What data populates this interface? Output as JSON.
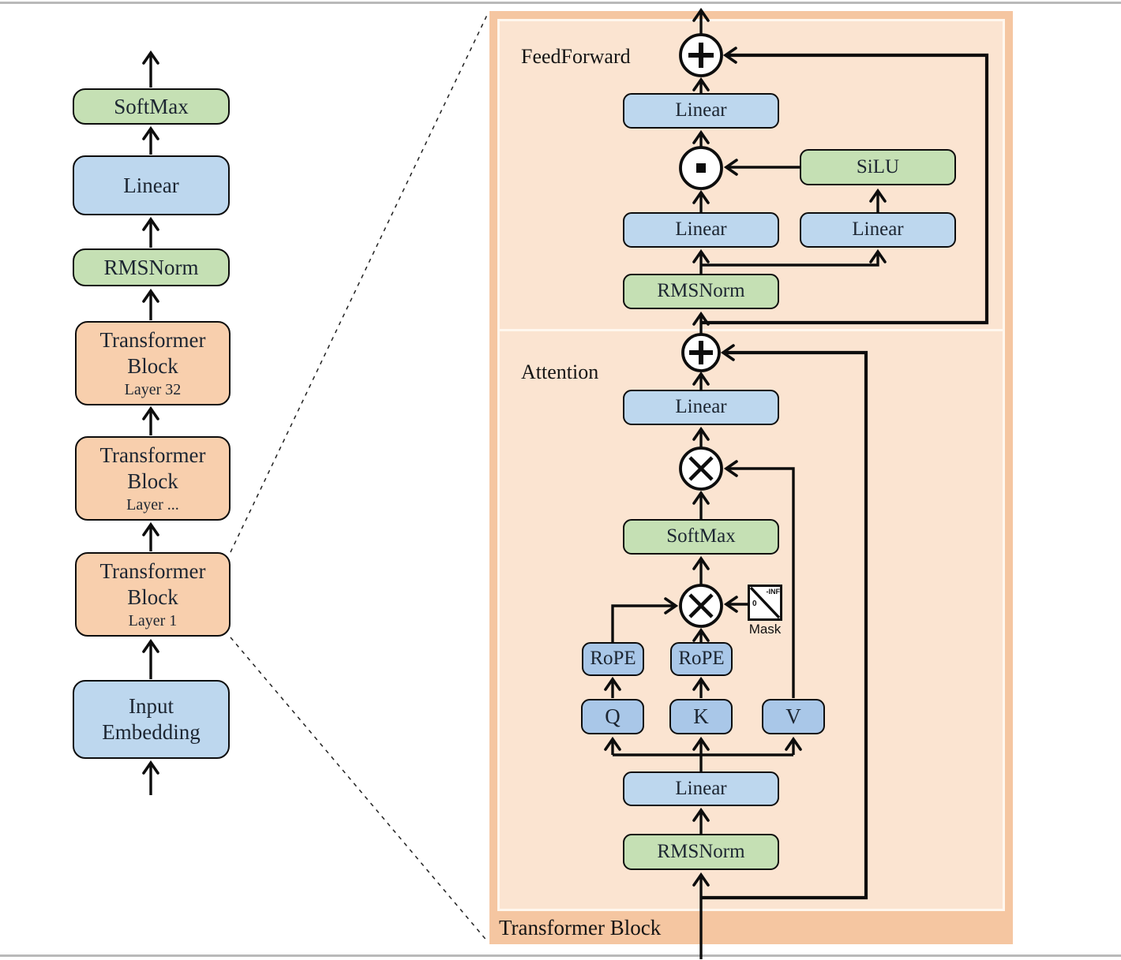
{
  "left_column": {
    "softmax": "SoftMax",
    "linear": "Linear",
    "rmsnorm": "RMSNorm",
    "transformer_block": "Transformer Block",
    "layer_32": "Layer 32",
    "layer_dots": "Layer ...",
    "layer_1": "Layer 1",
    "input_embedding": "Input Embedding"
  },
  "panel": {
    "title": "Transformer Block",
    "feedforward": {
      "label": "FeedForward",
      "linear_out": "Linear",
      "silu": "SiLU",
      "linear_left": "Linear",
      "linear_right": "Linear",
      "rmsnorm": "RMSNorm"
    },
    "attention": {
      "label": "Attention",
      "linear_out": "Linear",
      "softmax": "SoftMax",
      "mask_label": "Mask",
      "mask_neg_inf": "-INF",
      "mask_zero": "0",
      "rope_q": "RoPE",
      "rope_k": "RoPE",
      "q": "Q",
      "k": "K",
      "v": "V",
      "linear_in": "Linear",
      "rmsnorm": "RMSNorm"
    }
  },
  "colors": {
    "panel_outer": "#f5c6a1",
    "panel_inner": "#fbe4d1",
    "orange_block": "#f8cfad",
    "blue_block": "#bdd7ee",
    "blue_small": "#a9c7e8",
    "green_block": "#c5e0b4",
    "text": "#1c2531",
    "line": "#111111",
    "frame_line": "#b9b9b9"
  }
}
